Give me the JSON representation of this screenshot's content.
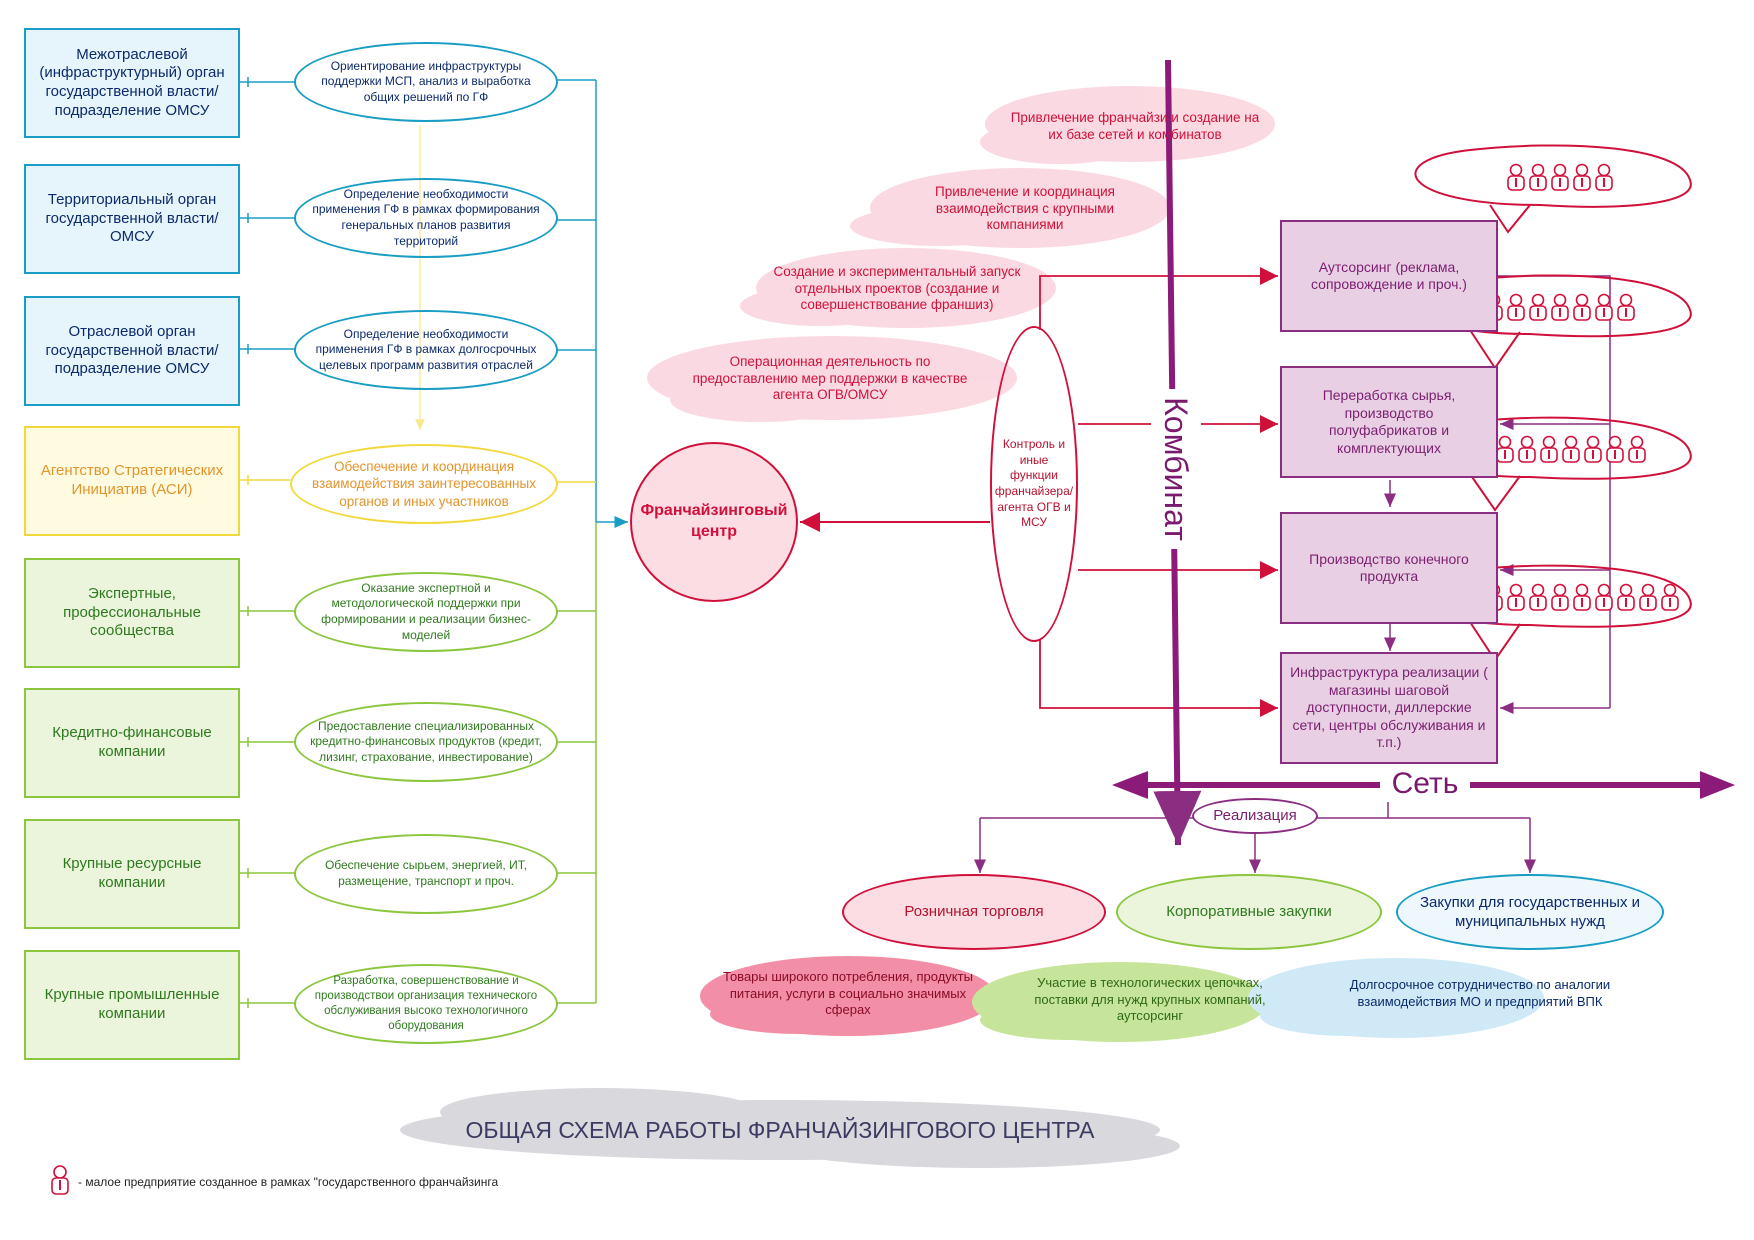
{
  "left_column": {
    "boxes": [
      {
        "label": "Межотраслевой (инфраструктурный) орган государственной власти/ подразделение ОМСУ"
      },
      {
        "label": "Территориальный орган государственной власти/ ОМСУ"
      },
      {
        "label": "Отраслевой орган государственной власти/ подразделение ОМСУ"
      },
      {
        "label": "Агентство Стратегических Инициатив (АСИ)"
      },
      {
        "label": "Экспертные, профессиональные сообщества"
      },
      {
        "label": "Кредитно-финансовые компании"
      },
      {
        "label": "Крупные ресурсные компании"
      },
      {
        "label": "Крупные промышленные компании"
      }
    ],
    "functions": [
      {
        "label": "Ориентирование инфраструктуры поддержки МСП, анализ и выработка общих решений по ГФ"
      },
      {
        "label": "Определение необходимости применения ГФ в рамках формирования генеральных планов развития территорий"
      },
      {
        "label": "Определение необходимости применения ГФ в рамках долгосрочных целевых программ развития отраслей"
      },
      {
        "label": "Обеспечение и координация взаимодействия заинтересованных органов и иных участников"
      },
      {
        "label": "Оказание экспертной и методологической поддержки при формировании и реализации бизнес-моделей"
      },
      {
        "label": "Предоставление специализированных кредитно-финансовых продуктов (кредит, лизинг, страхование, инвестирование)"
      },
      {
        "label": "Обеспечение сырьем, энергией, ИТ, размещение, транспорт и проч."
      },
      {
        "label": "Разработка, совершенствование и производствои организация технического обслуживания высоко технологичного оборудования"
      }
    ]
  },
  "center": {
    "franchise_center": "Франчайзинговый центр",
    "control": "Контроль и иные функции франчайзера/ агента ОГВ и МСУ",
    "clouds": [
      "Привлечение франчайзи и создание на их базе сетей и комбинатов",
      "Привлечение и координация взаимодействия с крупными компаниями",
      "Создание и экспериментальный запуск отдельных проектов (создание и совершенствование франшиз)",
      "Операционная деятельность по предоставлению мер поддержки в качестве агента ОГВ/ОМСУ"
    ]
  },
  "kombinat": {
    "label": "Комбинат",
    "stages": [
      {
        "label": "Аутсорсинг (реклама, сопровождение и проч.)",
        "enterprises": 5
      },
      {
        "label": "Переработка сырья, производство полуфабрикатов и комплектующих",
        "enterprises": 7
      },
      {
        "label": "Производство конечного продукта",
        "enterprises": 8
      },
      {
        "label": "Инфраструктура реализации ( магазины шаговой доступности, диллерские сети, центры обслуживания и т.п.)",
        "enterprises": 11
      }
    ]
  },
  "network": {
    "label": "Сеть",
    "realization": "Реализация",
    "channels": [
      {
        "label": "Розничная торговля",
        "description": "Товары широкого потребления, продукты питания, услуги в социально значимых сферах"
      },
      {
        "label": "Корпоративные закупки",
        "description": "Участие в технологических цепочках, поставки для нужд крупных компаний, аутсорсинг"
      },
      {
        "label": "Закупки для государственных и муниципальных нужд",
        "description": "Долгосрочное сотрудничество по аналогии взаимодействия МО и предприятий ВПК"
      }
    ]
  },
  "title": "ОБЩАЯ СХЕМА РАБОТЫ ФРАНЧАЙЗИНГОВОГО ЦЕНТРА",
  "legend": "- малое предприятие созданное в рамках \"государственного франчайзинга",
  "colors": {
    "blue": "#1a9dc4",
    "yellow": "#f2d93b",
    "green": "#8cc63f",
    "red": "#d0103a",
    "purple": "#8b2e82"
  }
}
